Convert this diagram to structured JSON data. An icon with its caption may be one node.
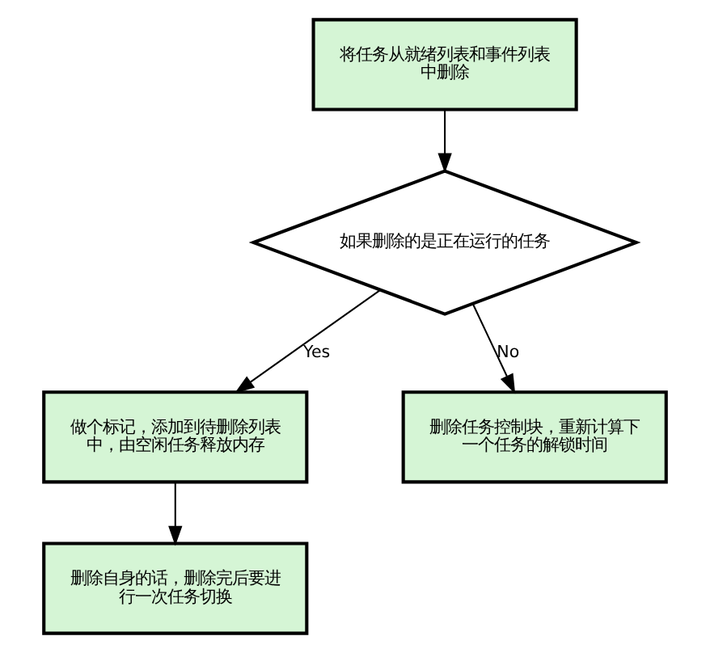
{
  "diagram": {
    "nodes": [
      {
        "text": [
          "将任务从就绪列表和事件列表中删除"
        ]
      },
      {
        "text": [
          "如果删除的是正在运行的任务"
        ]
      },
      {
        "text": [
          "做个标记，添加到待删除列表中，由空闲任务释放内存"
        ]
      },
      {
        "text": [
          "删除自身的话，删除完后要进行一次任务切换"
        ]
      },
      {
        "text": [
          "删除任务控制块，重新计算下一个任务的解锁时间"
        ]
      }
    ],
    "edges": [
      {
        "from": 0,
        "to": 1,
        "arrow": "to"
      },
      {
        "from": 1,
        "to": 2,
        "arrow": "to",
        "label": "Yes"
      },
      {
        "from": 1,
        "to": 4,
        "arrow": "to",
        "label": "No"
      },
      {
        "from": 2,
        "to": 3,
        "arrow": "to"
      }
    ]
  }
}
